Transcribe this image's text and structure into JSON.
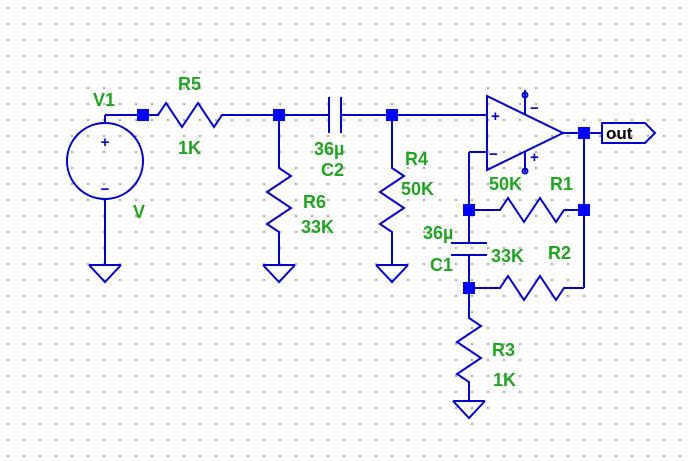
{
  "components": {
    "v1": {
      "ref": "V1",
      "value": "V"
    },
    "r5": {
      "ref": "R5",
      "value": "1K"
    },
    "c2": {
      "ref": "C2",
      "value": "36µ"
    },
    "r6": {
      "ref": "R6",
      "value": "33K"
    },
    "r4": {
      "ref": "R4",
      "value": "50K"
    },
    "r1": {
      "ref": "R1",
      "value": "50K"
    },
    "c1": {
      "ref": "C1",
      "value": "36µ"
    },
    "r2": {
      "ref": "R2",
      "value": "33K"
    },
    "r3": {
      "ref": "R3",
      "value": "1K"
    }
  },
  "opamp": {
    "plus_input": "+",
    "minus_input": "−",
    "supply_neg": "−",
    "supply_pos": "+"
  },
  "source": {
    "plus": "+",
    "minus": "−"
  },
  "output_port": {
    "label": "out"
  },
  "colors": {
    "wire": "#0000cc",
    "junction": "#0000ff",
    "label": "#22a322",
    "port_text": "#000000"
  }
}
